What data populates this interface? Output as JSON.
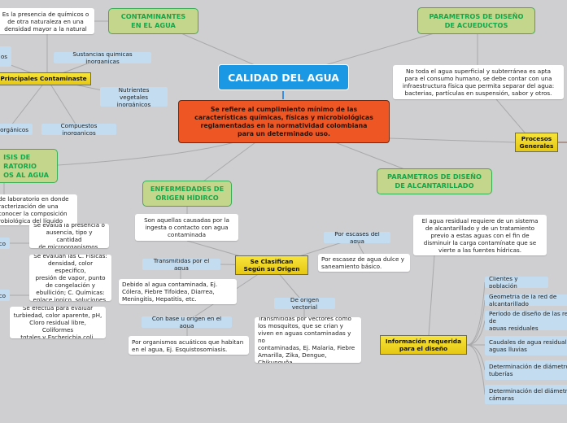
{
  "central": {
    "title": "CALIDAD DEL AGUA",
    "description": "Se refiere al cumplimiento mínimo de las\ncaracterísticas químicas, físicas y microbiológicas\nreglamentadas en la normatividad colombiana\npara un determinado uso."
  },
  "contaminantes": {
    "title": "CONTAMINANTES\nEN EL AGUA",
    "definition": "Es la presencia de químicos o\nde otra naturaleza en una\ndensidad mayor a la natural",
    "main": "Principales Contaminaste",
    "items": [
      "os",
      "Sustancias químicas inorganicas",
      "Nutrientes vegetales\ninorgánicos",
      "s orgánicos",
      "Compuestos inorganicos"
    ]
  },
  "analisis": {
    "title": "ISIS DE\nRATORIO\nOS AL AGUA",
    "description": "de laboratorio en donde\nracterización de una\n conocer la composición\nrobiológica del líquido",
    "branch1": "ico",
    "branch2": "ico",
    "note1": "Se evalúa la presencia o\nausencia, tipo y cantidad\nde microorganismos.",
    "note2": "Se evalúan las C. Físicas:\ndensidad, color especifico,\npresión de vapor, punto\nde congelación y\nebullición; C. Químicas:\nenlace ionico, soluciones.",
    "note3": "Se efectua para evaluar\nturbiedad, color aparente, pH,\nCloro residual libre, Coliformes\ntotales y Escherichia coli."
  },
  "enfermedades": {
    "title": "ENFERMEDADES DE\nORIGEN HÍDIRCO",
    "description": "Son aquellas causadas por la\ningesta o contacto con agua\ncontaminada",
    "classify": "Se Clasifican\nSegún su Origen",
    "types": [
      {
        "label": "Por escases del agua",
        "detail": "Por escasez de agua dulce y\nsaneamiento básico."
      },
      {
        "label": "Transmitidas por el agua",
        "detail": "Debido al agua contaminada, Ej.\nCólera, Fiebre Tifoidea, Diarrea,\nMeningitis, Hepatitis, etc."
      },
      {
        "label": "De origen vectorial",
        "detail": "Transmitidas por vectores como\nlos mosquitos, que se crian y\nviven en aguas contaminadas y no\ncontaminadas, Ej. Malaria, Fiebre\nAmarilla, Zika, Dengue,\nChikunguña."
      },
      {
        "label": "Con base u origen en el agua",
        "detail": "Por organismos acuáticos que habitan\nen el agua, Ej. Esquistosomiasis."
      }
    ]
  },
  "acueductos": {
    "title": "PARAMETROS DE DISEÑO\nDE ACUEDUCTOS",
    "description": "No toda el agua superficial y subterránea es apta\npara el consumo humano, se debe contar con una\ninfraestructura física que permita separar del agua:\nbacterias, partículas en suspensión, sabor y otros.",
    "processes": "Procesos\nGenerales"
  },
  "alcantarillado": {
    "title": "PARAMETROS DE DISEÑO\nDE ALCANTARILLADO",
    "description": "El agua residual requiere de un sistema\nde alcantarillado y de un tratamiento\nprevio a estas aguas con el fin de\ndisminuir la carga contamínate que se\nvierte a las fuentes hídricas.",
    "info": "Información requerida\npara el diseño",
    "items": [
      "Clientes y población",
      "Geometría de la red de alcantarillado",
      "Periodo de diseño de las redes de\naguas residuales",
      "Caudales de agua residual y\naguas lluvias",
      "Determinación de diámetros de\ntuberías",
      "Determinación del diámetro de\ncámaras"
    ]
  }
}
